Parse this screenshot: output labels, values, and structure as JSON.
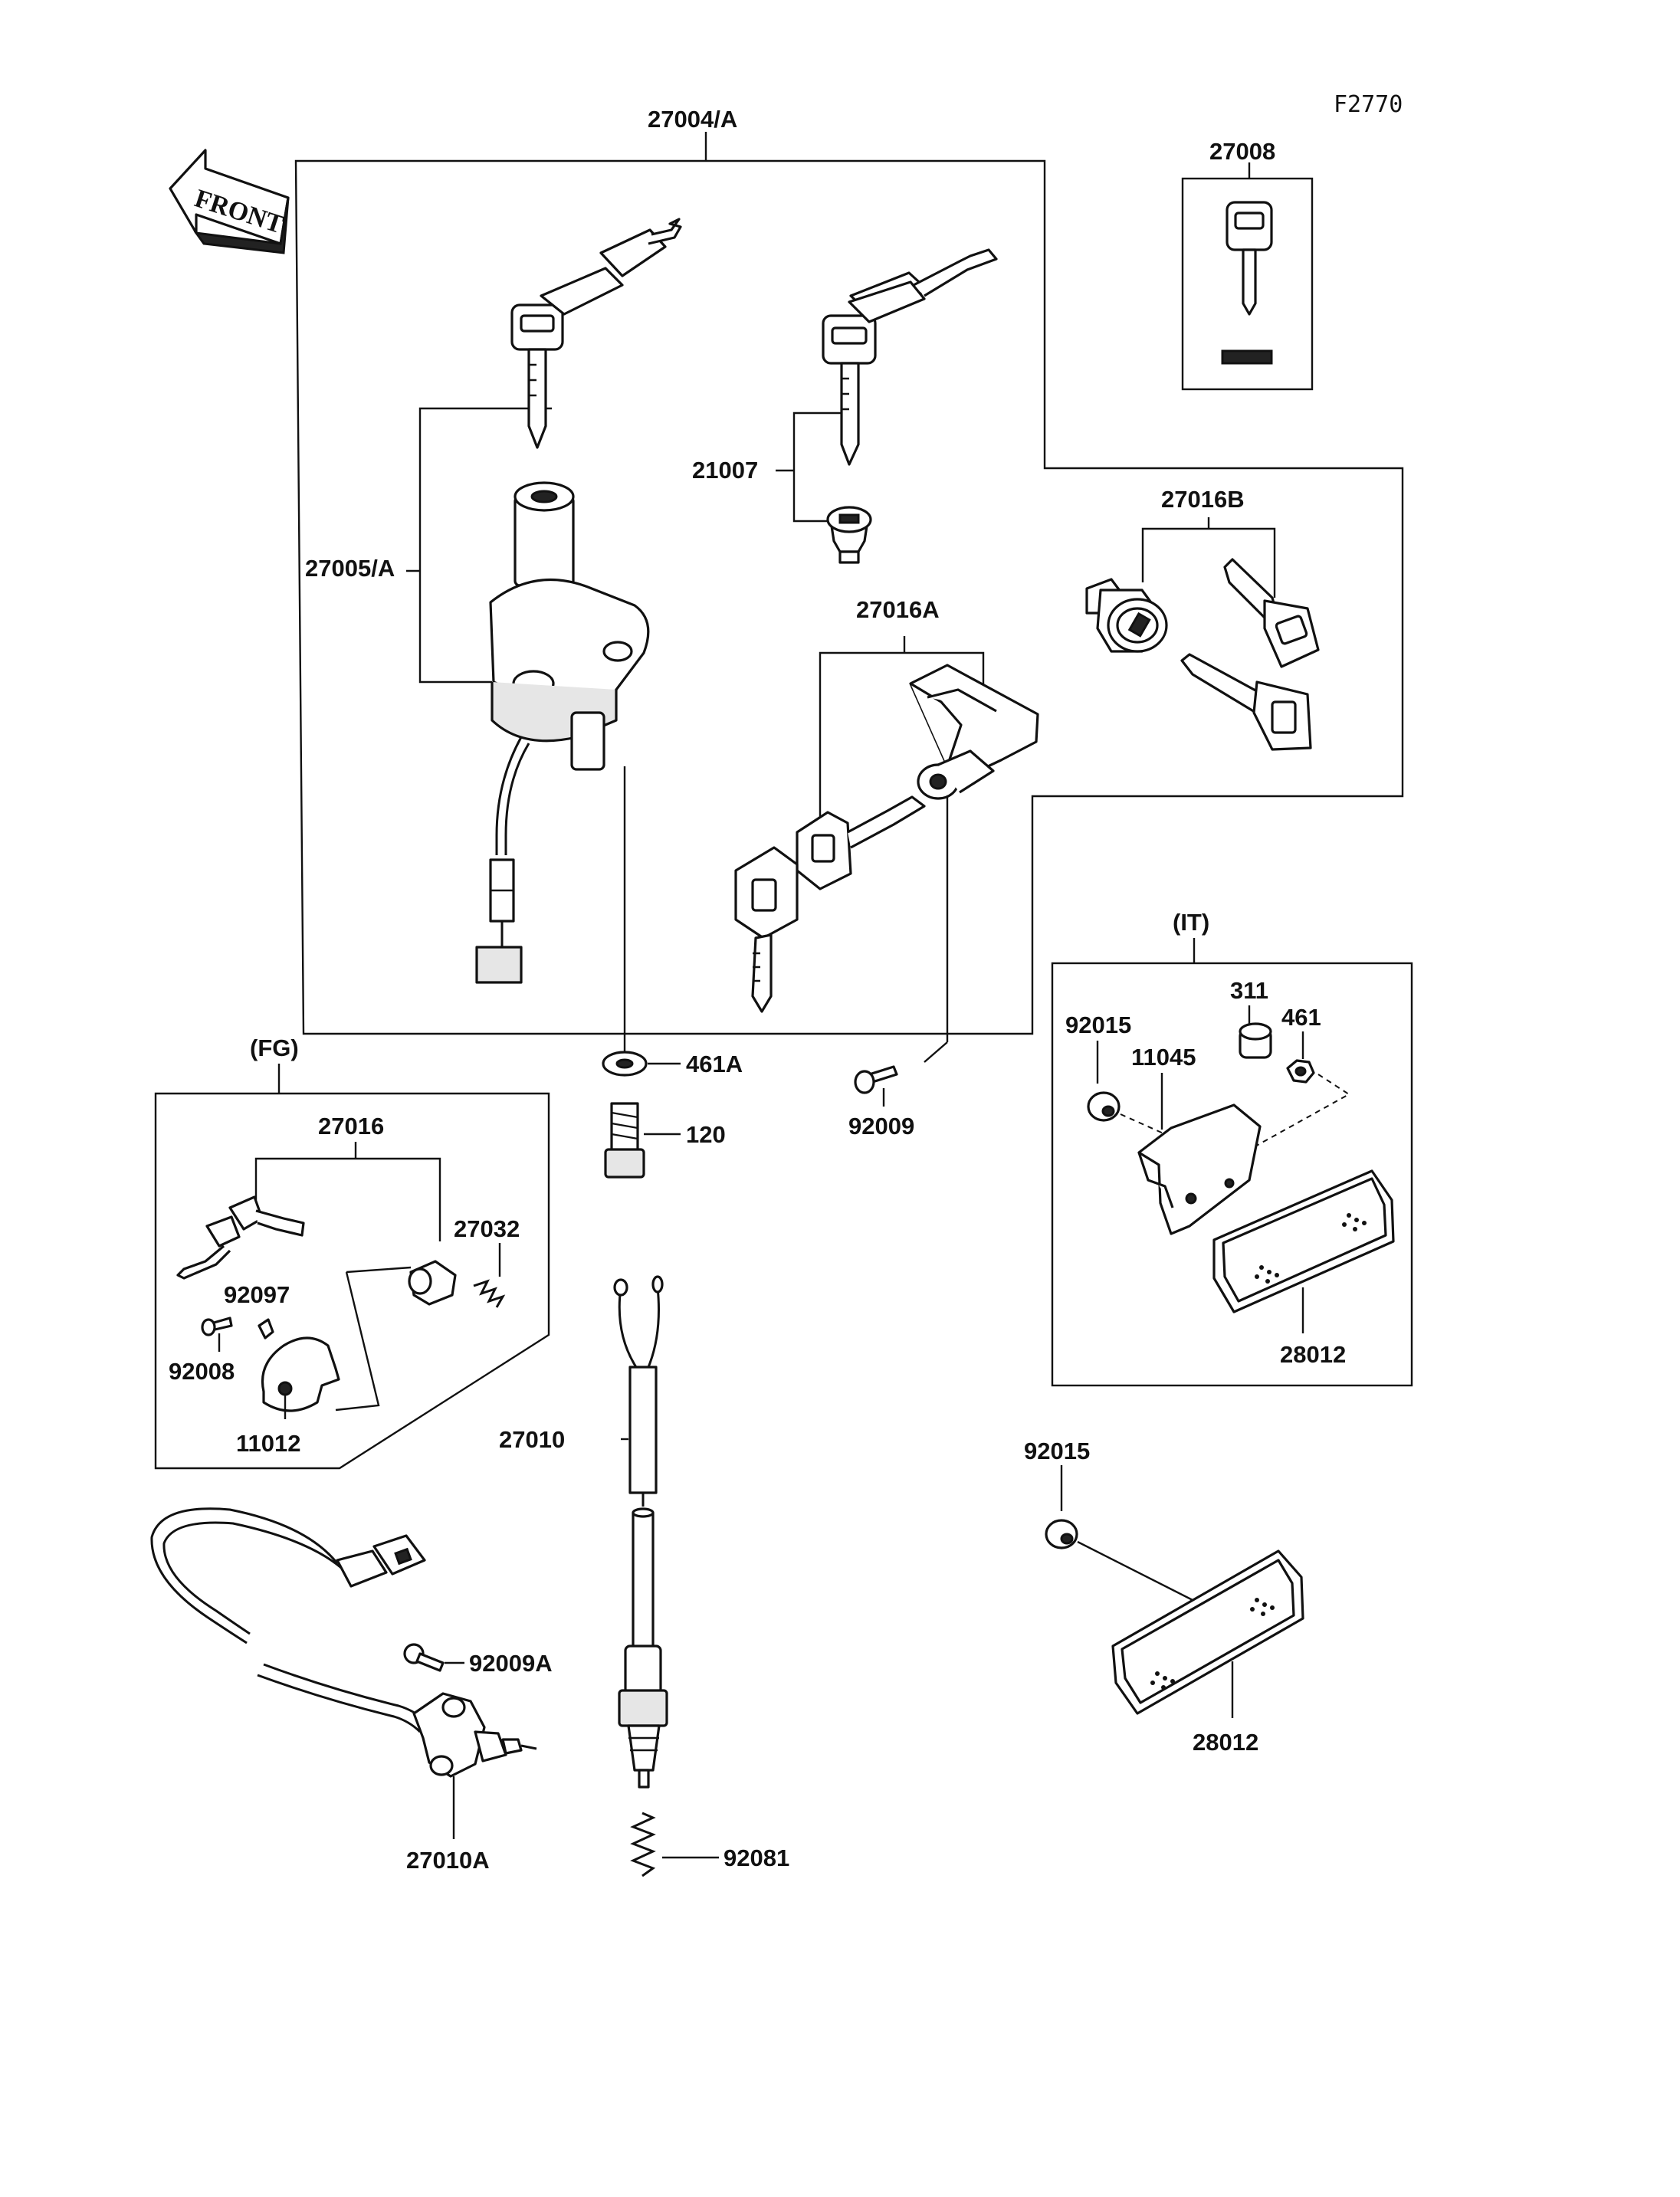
{
  "figure_code": "F2770",
  "front_label": "FRONT",
  "group_labels": {
    "fg": "(FG)",
    "it": "(IT)"
  },
  "callouts": {
    "p27004A": "27004/A",
    "p27008": "27008",
    "p21007": "21007",
    "p27005A": "27005/A",
    "p27016B": "27016B",
    "p27016A": "27016A",
    "p461A": "461A",
    "p120": "120",
    "p92009": "92009",
    "p311": "311",
    "p461": "461",
    "p92015_it": "92015",
    "p11045": "11045",
    "p28012_it": "28012",
    "p27016": "27016",
    "p27032": "27032",
    "p92097": "92097",
    "p92008": "92008",
    "p11012": "11012",
    "p27010": "27010",
    "p92015": "92015",
    "p28012": "28012",
    "p92009A": "92009A",
    "p27010A": "27010A",
    "p92081": "92081"
  }
}
